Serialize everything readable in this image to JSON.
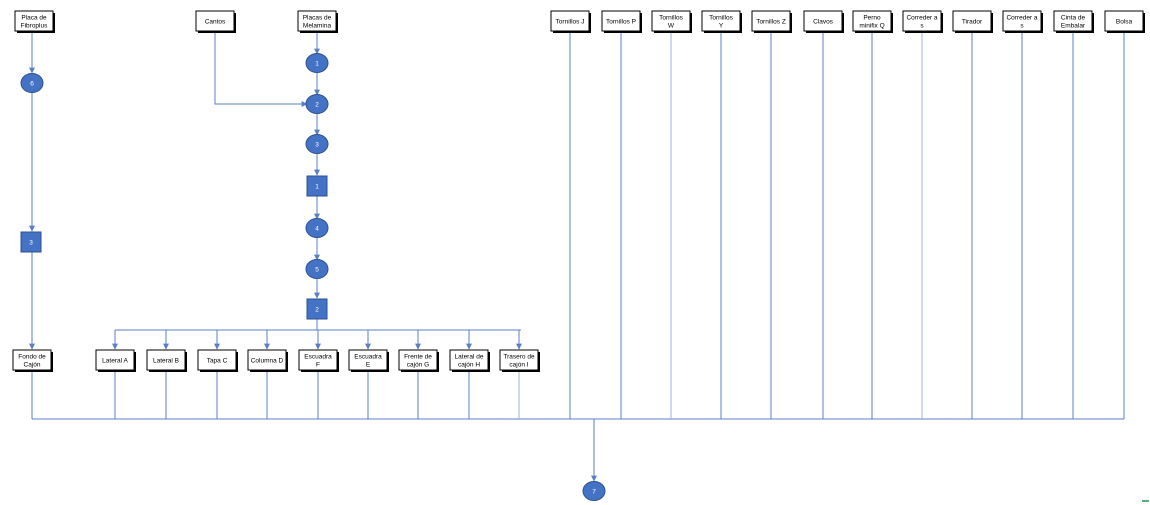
{
  "materials": [
    {
      "id": "placa-fibroplus",
      "lines": [
        "Placa de",
        "Fibroplus"
      ]
    },
    {
      "id": "cantos",
      "lines": [
        "Cantos"
      ]
    },
    {
      "id": "placas-melamina",
      "lines": [
        "Placas de",
        "Melamina"
      ]
    },
    {
      "id": "tornillos-j",
      "lines": [
        "Tornillos J"
      ]
    },
    {
      "id": "tornillos-p",
      "lines": [
        "Tornillos P"
      ]
    },
    {
      "id": "tornillos-w",
      "lines": [
        "Tornillos",
        "W"
      ]
    },
    {
      "id": "tornillos-y",
      "lines": [
        "Tornillos",
        "Y"
      ]
    },
    {
      "id": "tornillos-z",
      "lines": [
        "Tornillos Z"
      ]
    },
    {
      "id": "clavos",
      "lines": [
        "Clavos"
      ]
    },
    {
      "id": "perno-minifix-q",
      "lines": [
        "Perno",
        "minifix Q"
      ]
    },
    {
      "id": "corredera-s-1",
      "lines": [
        "Correder a",
        "s"
      ]
    },
    {
      "id": "tirador",
      "lines": [
        "Tirador"
      ]
    },
    {
      "id": "corredera-s-2",
      "lines": [
        "Correder a",
        "s"
      ]
    },
    {
      "id": "cinta-embalar",
      "lines": [
        "Cinta de",
        "Embalar"
      ]
    },
    {
      "id": "bolsa",
      "lines": [
        "Bolsa"
      ]
    }
  ],
  "parts": [
    {
      "id": "fondo-cajon",
      "lines": [
        "Fondo de",
        "Cajón"
      ]
    },
    {
      "id": "lateral-a",
      "lines": [
        "Lateral A"
      ]
    },
    {
      "id": "lateral-b",
      "lines": [
        "Lateral B"
      ]
    },
    {
      "id": "tapa-c",
      "lines": [
        "Tapa C"
      ]
    },
    {
      "id": "columna-d",
      "lines": [
        "Columna D"
      ]
    },
    {
      "id": "escuadra-f",
      "lines": [
        "Escuadra",
        "F"
      ]
    },
    {
      "id": "escuadra-e",
      "lines": [
        "Escuadra",
        "E"
      ]
    },
    {
      "id": "frente-cajon-g",
      "lines": [
        "Frente de",
        "cajón G"
      ]
    },
    {
      "id": "lateral-cajon-h",
      "lines": [
        "Lateral de",
        "cajón H"
      ]
    },
    {
      "id": "trasero-cajon-i",
      "lines": [
        "Trasero de",
        "cajón I"
      ]
    }
  ],
  "operations": [
    {
      "id": "op-6",
      "label": "6"
    },
    {
      "id": "op-1",
      "label": "1"
    },
    {
      "id": "op-2",
      "label": "2"
    },
    {
      "id": "op-3a",
      "label": "3"
    },
    {
      "id": "op-4",
      "label": "4"
    },
    {
      "id": "op-5",
      "label": "5"
    },
    {
      "id": "op-7",
      "label": "7"
    }
  ],
  "inspections": [
    {
      "id": "insp-3",
      "label": "3"
    },
    {
      "id": "insp-1",
      "label": "1"
    },
    {
      "id": "insp-2",
      "label": "2"
    }
  ],
  "colors": {
    "node_fill": "#4472c4",
    "node_stroke": "#2f528f",
    "edge": "#5b7fc4",
    "box_border": "#000000"
  }
}
